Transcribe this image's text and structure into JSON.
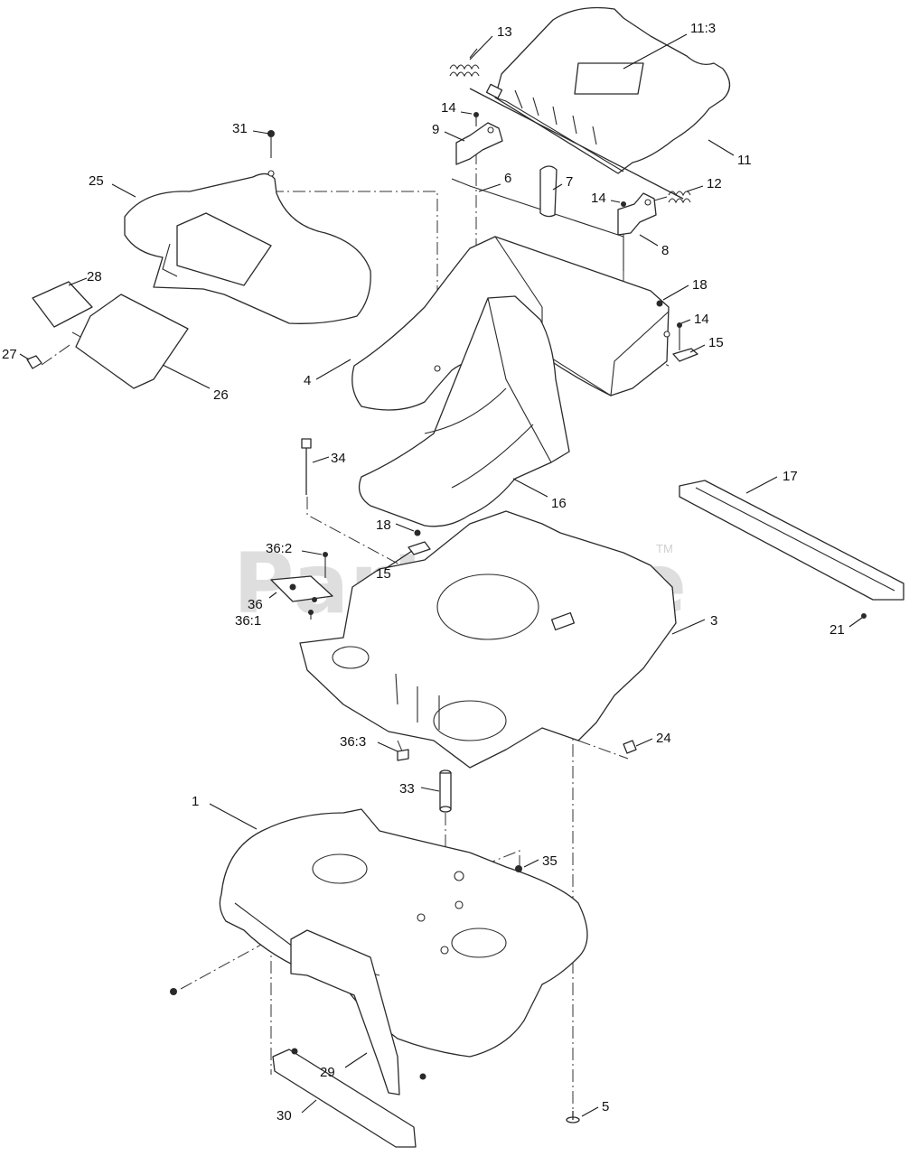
{
  "watermark": {
    "text": "PartsTree",
    "mark": "TM"
  },
  "callouts": [
    {
      "id": "c-13",
      "label": "13"
    },
    {
      "id": "c-11-3",
      "label": "11:3"
    },
    {
      "id": "c-31",
      "label": "31"
    },
    {
      "id": "c-14a",
      "label": "14"
    },
    {
      "id": "c-9",
      "label": "9"
    },
    {
      "id": "c-11",
      "label": "11"
    },
    {
      "id": "c-25",
      "label": "25"
    },
    {
      "id": "c-6",
      "label": "6"
    },
    {
      "id": "c-7",
      "label": "7"
    },
    {
      "id": "c-12",
      "label": "12"
    },
    {
      "id": "c-14b",
      "label": "14"
    },
    {
      "id": "c-8",
      "label": "8"
    },
    {
      "id": "c-28",
      "label": "28"
    },
    {
      "id": "c-18a",
      "label": "18"
    },
    {
      "id": "c-14c",
      "label": "14"
    },
    {
      "id": "c-27",
      "label": "27"
    },
    {
      "id": "c-15a",
      "label": "15"
    },
    {
      "id": "c-26",
      "label": "26"
    },
    {
      "id": "c-4",
      "label": "4"
    },
    {
      "id": "c-34",
      "label": "34"
    },
    {
      "id": "c-17",
      "label": "17"
    },
    {
      "id": "c-16",
      "label": "16"
    },
    {
      "id": "c-18b",
      "label": "18"
    },
    {
      "id": "c-36-2",
      "label": "36:2"
    },
    {
      "id": "c-15b",
      "label": "15"
    },
    {
      "id": "c-36",
      "label": "36"
    },
    {
      "id": "c-36-1",
      "label": "36:1"
    },
    {
      "id": "c-3",
      "label": "3"
    },
    {
      "id": "c-21",
      "label": "21"
    },
    {
      "id": "c-36-3",
      "label": "36:3"
    },
    {
      "id": "c-24",
      "label": "24"
    },
    {
      "id": "c-33",
      "label": "33"
    },
    {
      "id": "c-1",
      "label": "1"
    },
    {
      "id": "c-35",
      "label": "35"
    },
    {
      "id": "c-29",
      "label": "29"
    },
    {
      "id": "c-5",
      "label": "5"
    },
    {
      "id": "c-30",
      "label": "30"
    }
  ]
}
